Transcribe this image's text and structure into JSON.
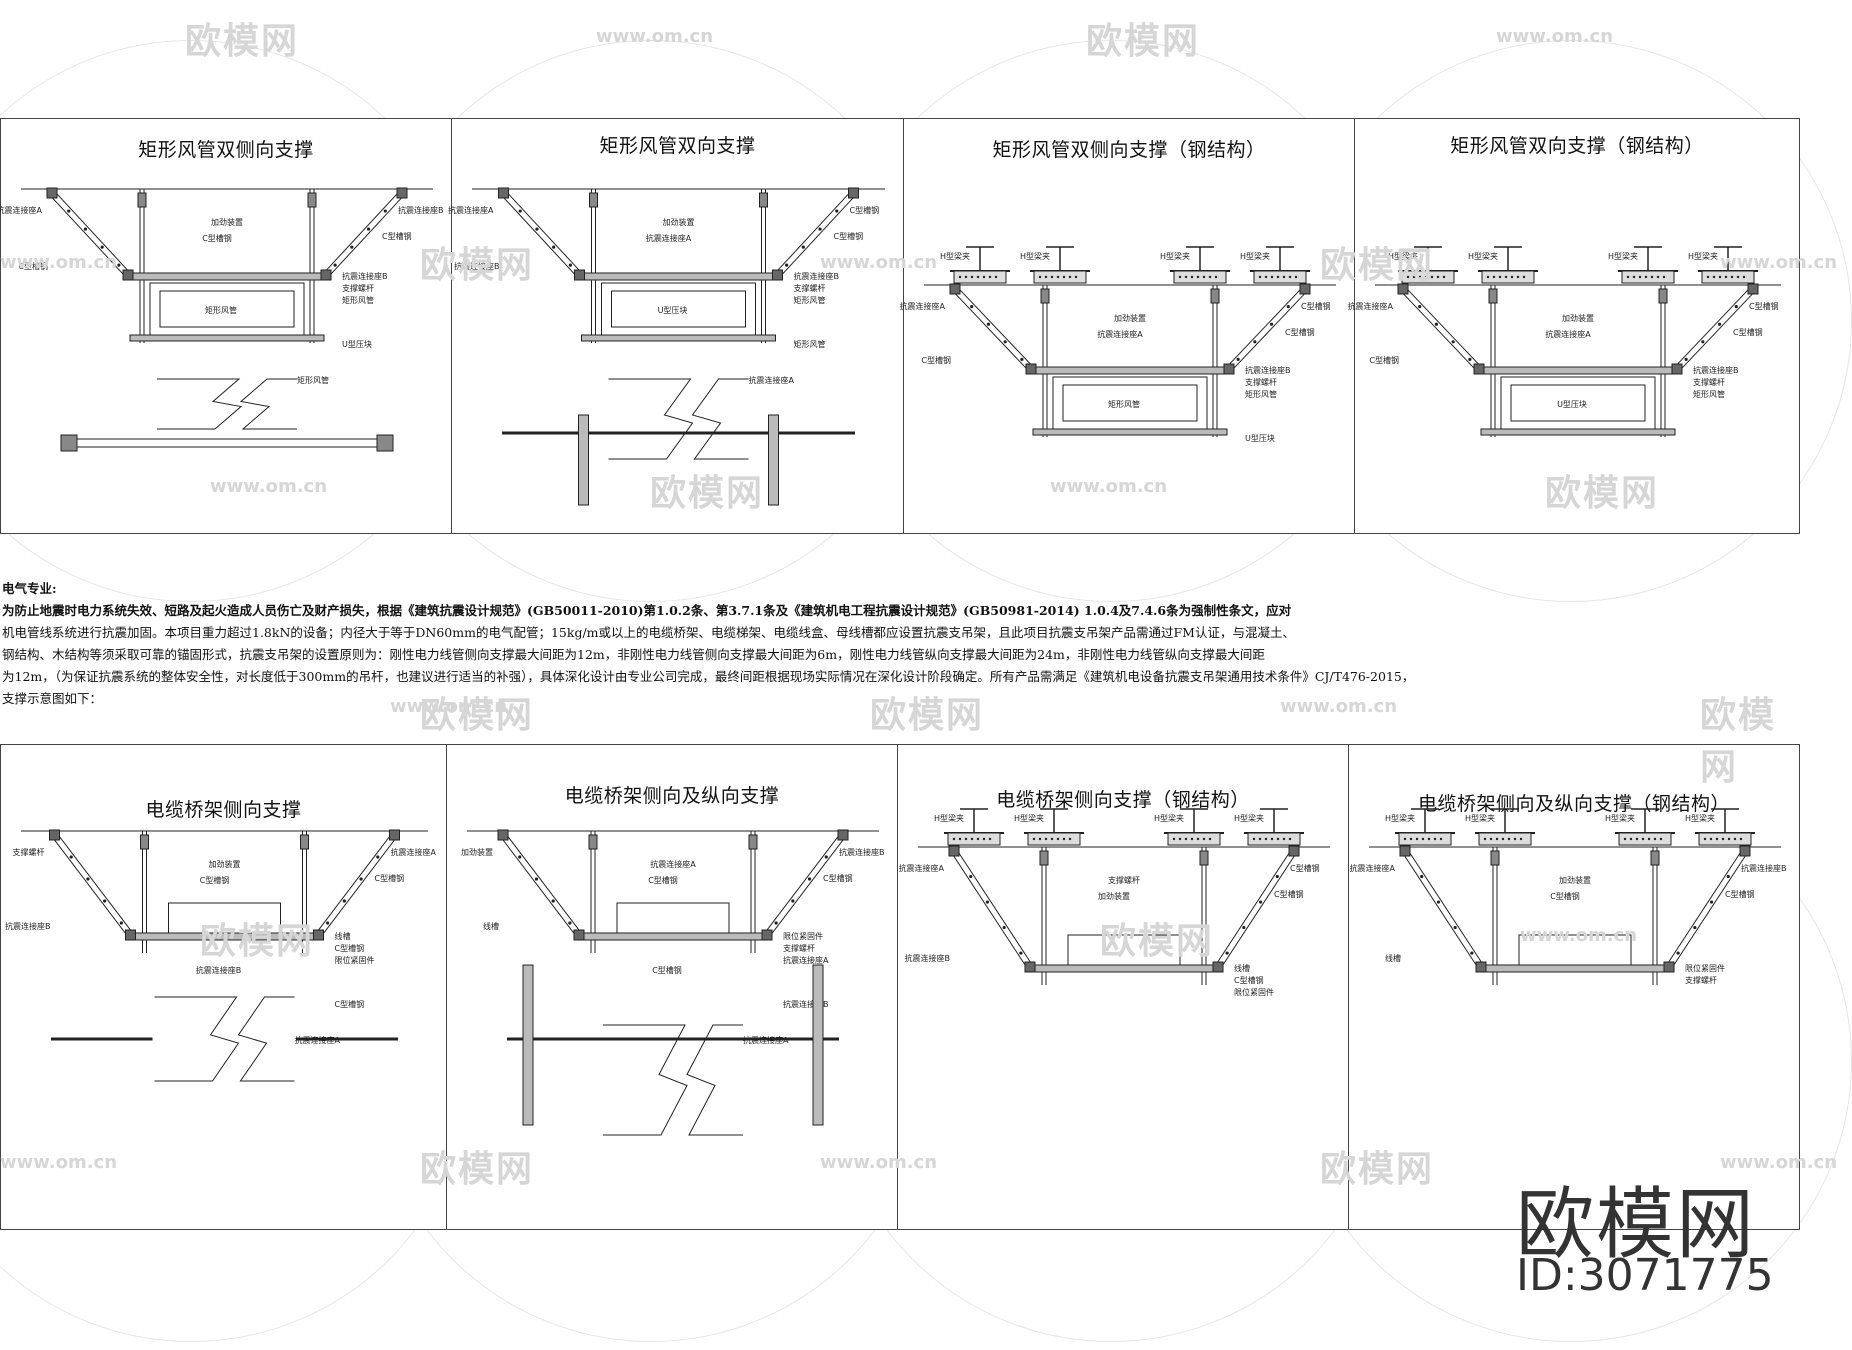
{
  "panels_top": [
    {
      "title": "矩形风管双侧向支撑",
      "labels": [
        "抗震连接座A",
        "加劲装置",
        "C型槽钢",
        "抗震连接座B",
        "C型槽钢",
        "C型槽钢",
        "抗震连接座B",
        "支撑螺杆",
        "矩形风管",
        "矩形风管",
        "U型压块",
        "矩形风管"
      ]
    },
    {
      "title": "矩形风管双向支撑",
      "labels": [
        "抗震连接座A",
        "加劲装置",
        "抗震连接座A",
        "C型槽钢",
        "C型槽钢",
        "抗震连接座B",
        "抗震连接座B",
        "支撑螺杆",
        "矩形风管",
        "U型压块",
        "矩形风管",
        "抗震连接座A",
        "C型槽钢",
        "抗震连接座B",
        "C型槽钢",
        "抗震连接座A",
        "抗震连接座A"
      ]
    },
    {
      "title": "矩形风管双侧向支撑（钢结构）",
      "labels": [
        "H型梁夹",
        "H型梁夹",
        "H型梁夹",
        "H型梁夹",
        "抗震连接座A",
        "加劲装置",
        "抗震连接座A",
        "C型槽钢",
        "C型槽钢",
        "C型槽钢",
        "抗震连接座B",
        "支撑螺杆",
        "矩形风管",
        "矩形风管",
        "U型压块"
      ]
    },
    {
      "title": "矩形风管双向支撑（钢结构）",
      "labels": [
        "H型梁夹",
        "H型梁夹",
        "H型梁夹",
        "H型梁夹",
        "抗震连接座A",
        "加劲装置",
        "抗震连接座A",
        "C型槽钢",
        "C型槽钢",
        "C型槽钢",
        "抗震连接座B",
        "支撑螺杆",
        "矩形风管",
        "U型压块"
      ]
    }
  ],
  "panels_bottom": [
    {
      "title": "电缆桥架侧向支撑",
      "labels": [
        "支撑螺杆",
        "加劲装置",
        "C型槽钢",
        "抗震连接座A",
        "C型槽钢",
        "抗震连接座B",
        "线槽",
        "C型槽钢",
        "限位紧固件",
        "抗震连接座B",
        "C型槽钢",
        "抗震连接座A"
      ]
    },
    {
      "title": "电缆桥架侧向及纵向支撑",
      "labels": [
        "加劲装置",
        "抗震连接座A",
        "C型槽钢",
        "抗震连接座B",
        "C型槽钢",
        "线槽",
        "限位紧固件",
        "支撑螺杆",
        "抗震连接座A",
        "C型槽钢",
        "抗震连接座B",
        "抗震连接座A"
      ]
    },
    {
      "title": "电缆桥架侧向支撑（钢结构）",
      "labels": [
        "H型梁夹",
        "H型梁夹",
        "H型梁夹",
        "H型梁夹",
        "抗震连接座A",
        "支撑螺杆",
        "加劲装置",
        "C型槽钢",
        "C型槽钢",
        "抗震连接座B",
        "线槽",
        "C型槽钢",
        "限位紧固件"
      ]
    },
    {
      "title": "电缆桥架侧向及纵向支撑（钢结构）",
      "labels": [
        "H型梁夹",
        "H型梁夹",
        "H型梁夹",
        "H型梁夹",
        "抗震连接座A",
        "加劲装置",
        "C型槽钢",
        "抗震连接座B",
        "C型槽钢",
        "线槽",
        "限位紧固件",
        "支撑螺杆"
      ]
    }
  ],
  "notes": {
    "heading": "电气专业:",
    "lines": [
      "为防止地震时电力系统失效、短路及起火造成人员伤亡及财产损失，根据《建筑抗震设计规范》(GB50011-2010)第1.0.2条、第3.7.1条及《建筑机电工程抗震设计规范》(GB50981-2014) 1.0.4及7.4.6条为强制性条文，应对",
      "机电管线系统进行抗震加固。本项目重力超过1.8kN的设备；内径大于等于DN60mm的电气配管；15kg/m或以上的电缆桥架、电缆梯架、电缆线盒、母线槽都应设置抗震支吊架，且此项目抗震支吊架产品需通过FM认证，与混凝土、",
      "钢结构、木结构等须采取可靠的锚固形式，抗震支吊架的设置原则为：刚性电力线管侧向支撑最大间距为12m，非刚性电力线管侧向支撑最大间距为6m，刚性电力线管纵向支撑最大间距为24m，非刚性电力线管纵向支撑最大间距",
      "为12m，（为保证抗震系统的整体安全性，对长度低于300mm的吊杆，也建议进行适当的补强），具体深化设计由专业公司完成，最终间距根据现场实际情况在深化设计阶段确定。所有产品需满足《建筑机电设备抗震支吊架通用技术条件》CJ/T476-2015，",
      "支撑示意图如下："
    ]
  },
  "watermark": {
    "logo": "欧模网",
    "url": "www.om.cn"
  },
  "brand": {
    "name": "欧模网",
    "id": "ID:3071775"
  }
}
